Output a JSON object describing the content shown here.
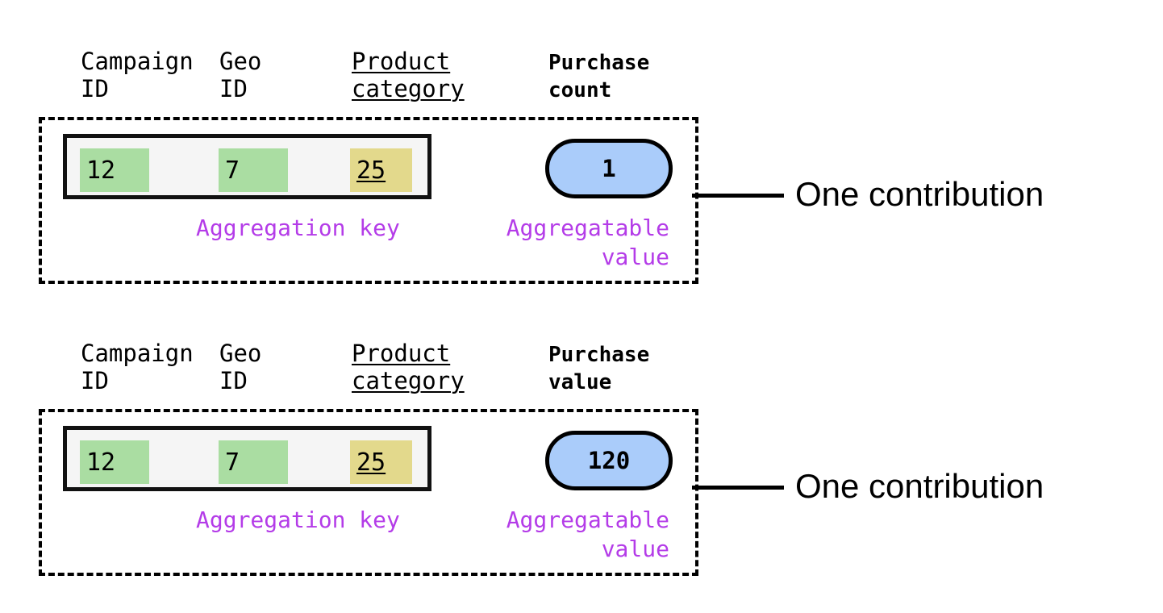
{
  "diagram": {
    "title_colors": {
      "key_chip_green": "#aadda2",
      "key_chip_tan": "#e3d98c",
      "value_oval_blue": "#aaccfa",
      "annotation_purple": "#b43ce8",
      "strip_background": "#f5f5f5",
      "outline_black": "#000000"
    },
    "blocks": [
      {
        "headers": {
          "campaign": "Campaign\nID",
          "geo": "Geo\nID",
          "product": "Product\ncategory",
          "metric": "Purchase\ncount"
        },
        "aggregation_key": {
          "campaign_id": "12",
          "geo_id": "7",
          "product_category": "25"
        },
        "aggregatable_value": "1",
        "annotations": {
          "key_label": "Aggregation key",
          "value_label": "Aggregatable\nvalue"
        },
        "caption": "One contribution"
      },
      {
        "headers": {
          "campaign": "Campaign\nID",
          "geo": "Geo\nID",
          "product": "Product\ncategory",
          "metric": "Purchase\nvalue"
        },
        "aggregation_key": {
          "campaign_id": "12",
          "geo_id": "7",
          "product_category": "25"
        },
        "aggregatable_value": "120",
        "annotations": {
          "key_label": "Aggregation key",
          "value_label": "Aggregatable\nvalue"
        },
        "caption": "One contribution"
      }
    ]
  }
}
